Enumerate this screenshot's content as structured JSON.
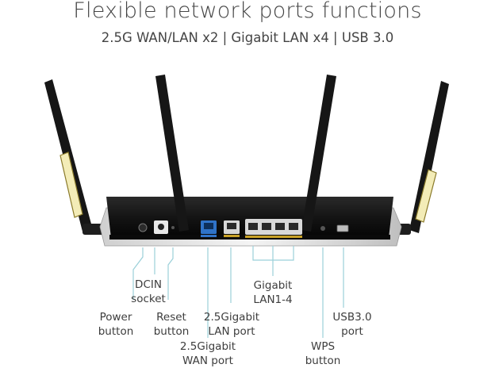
{
  "header": {
    "title": "Flexible network ports functions",
    "subtitle": "2.5G WAN/LAN x2  |  Gigabit LAN x4  |  USB 3.0"
  },
  "colors": {
    "wan_port": "#2f73c8",
    "lan_strip": "#c9a227",
    "antenna_accent": "#f3ecb7",
    "body": "#141414",
    "callout_line": "#9bd0d9"
  },
  "callouts": {
    "dcin": [
      "DCIN",
      "socket"
    ],
    "power": [
      "Power",
      "button"
    ],
    "reset": [
      "Reset",
      "button"
    ],
    "wan25": [
      "2.5Gigabit",
      "WAN port"
    ],
    "lan25": [
      "2.5Gigabit",
      "LAN port"
    ],
    "gigabit_lan": [
      "Gigabit",
      "LAN1-4"
    ],
    "wps": [
      "WPS",
      "button"
    ],
    "usb": [
      "USB3.0",
      "port"
    ]
  }
}
